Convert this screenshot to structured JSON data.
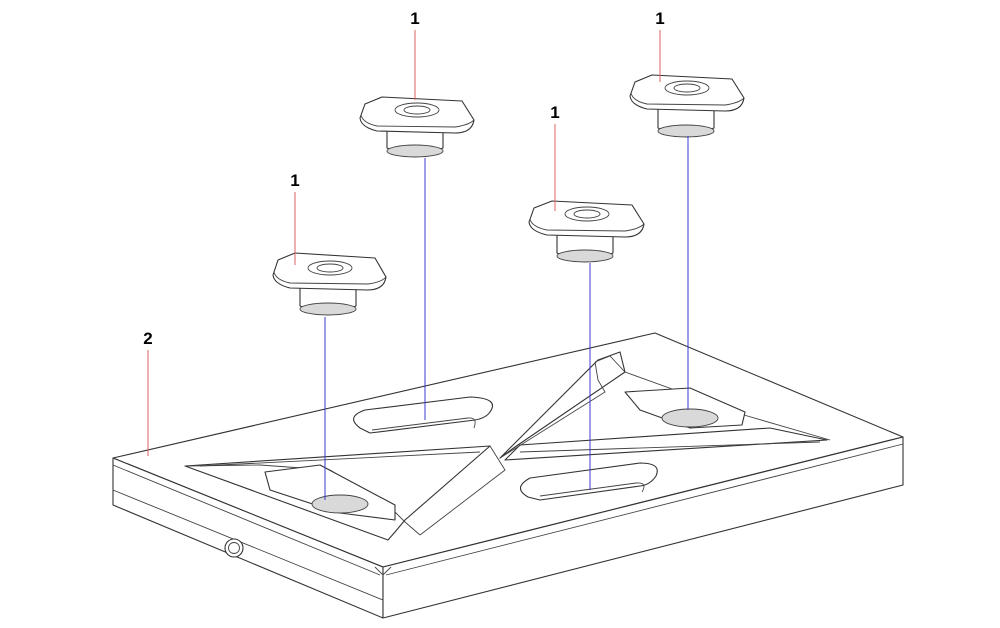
{
  "callouts": [
    {
      "id": "insert-a",
      "number": "1"
    },
    {
      "id": "insert-b",
      "number": "1"
    },
    {
      "id": "insert-c",
      "number": "1"
    },
    {
      "id": "insert-d",
      "number": "1"
    },
    {
      "id": "base-plate",
      "number": "2"
    }
  ],
  "colors": {
    "leader_line": "#e06060",
    "assembly_axis": "#3a3ad0",
    "outline": "#333333"
  }
}
